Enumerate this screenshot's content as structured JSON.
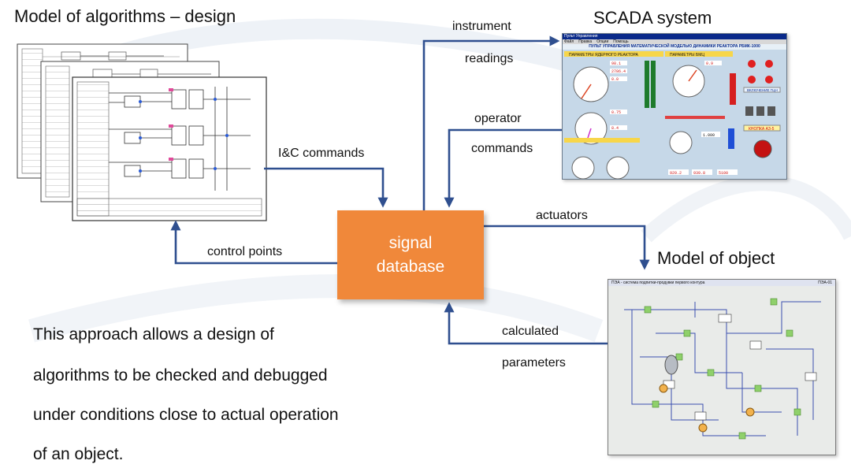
{
  "titles": {
    "algorithms": "Model of algorithms – design",
    "scada": "SCADA system",
    "object": "Model of object"
  },
  "central_box": {
    "line1": "signal",
    "line2": "database"
  },
  "arrow_labels": {
    "instrument": "instrument",
    "readings": "readings",
    "operator": "operator",
    "commands": "commands",
    "ic_commands": "I&C commands",
    "control_points": "control points",
    "actuators": "actuators",
    "calculated": "calculated",
    "parameters": "parameters"
  },
  "description": [
    "This approach allows a design of",
    "algorithms to be checked and debugged",
    "under conditions close to actual operation",
    "of an object."
  ],
  "scada_window": {
    "menu_title": "Пульт Управления",
    "menu_items": [
      "Файл",
      "Правка",
      "Опции",
      "Помощь"
    ],
    "header": "ПУЛЬТ УПРАВЛЕНИЯ МАТЕМАТИЧЕСКОЙ МОДЕЛЬЮ ДИНАМИКИ РЕАКТОРА РБМК-1000",
    "section_reactor": "ПАРАМЕТРЫ ЯДЕРНОГО РЕАКТОРА",
    "section_bs": "ПАРАМЕТРЫ БМЦ",
    "button_gcn": "ВКЛЮЧЕНИЕ ГЦН",
    "button_az5": "КНОПКА АЗ-5",
    "readouts": [
      "98.1",
      "2786.4",
      "0.0",
      "0.75",
      "8.4",
      "0.9",
      "1.000",
      "929.2",
      "939.8",
      "5100"
    ]
  },
  "object_window": {
    "header": "ПЭА - система подпитки-продувки первого контура",
    "tag": "ПЭА-01"
  },
  "colors": {
    "box": "#f0883a",
    "arrow": "#2f4f8f",
    "scada_bg": "#c6d8e8",
    "scada_title": "#0a2a8a",
    "object_bg": "#e9ebe9"
  }
}
